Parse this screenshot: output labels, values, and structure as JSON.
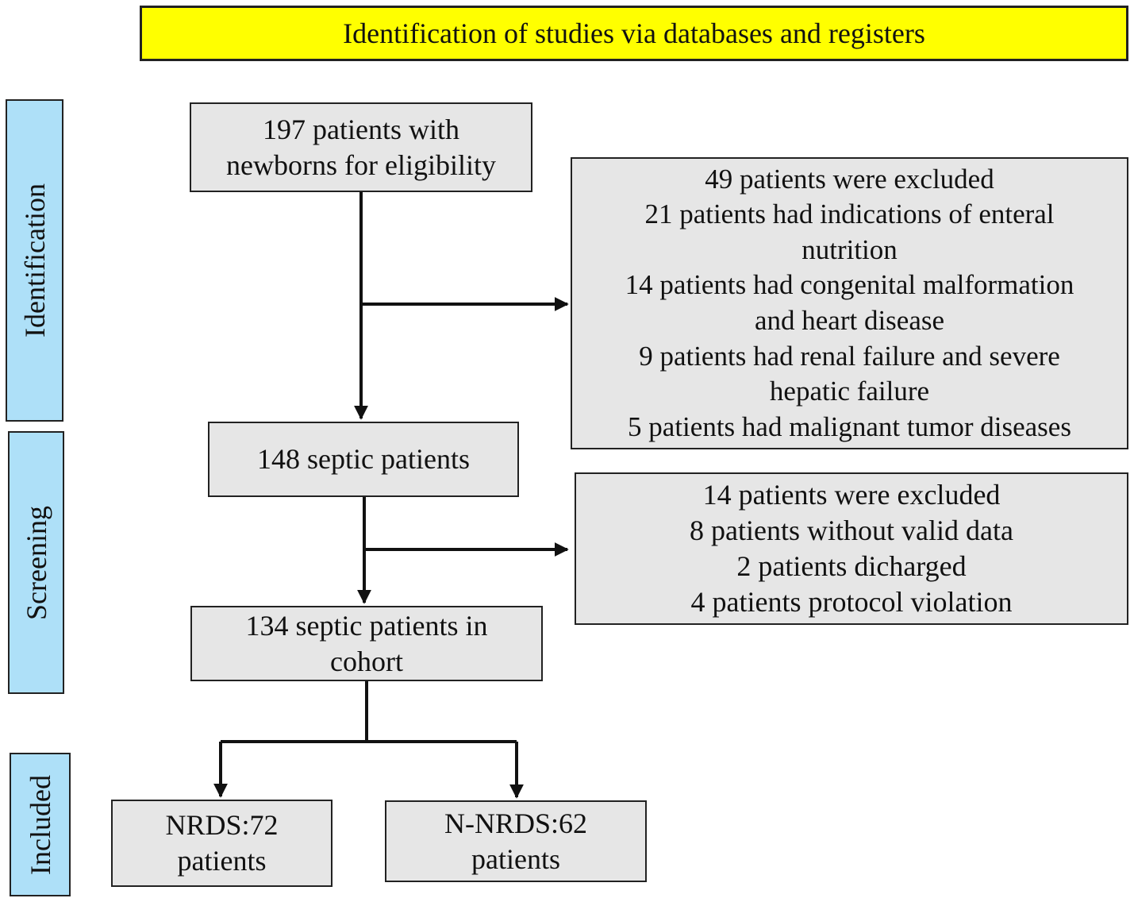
{
  "header": {
    "title": "Identification of studies via databases and registers"
  },
  "phases": {
    "identification": "Identification",
    "screening": "Screening",
    "included": "Included"
  },
  "boxes": {
    "eligibility": {
      "lines": [
        "197 patients with",
        "newborns for eligibility"
      ]
    },
    "exclusion_1": {
      "lines": [
        "49 patients were excluded",
        "21  patients had indications of enteral",
        "nutrition",
        "14  patients had congenital malformation",
        "and heart disease",
        "9 patients  had renal failure and severe",
        "hepatic failure",
        "5  patients had malignant tumor diseases"
      ]
    },
    "septic": {
      "lines": [
        "148 septic patients"
      ]
    },
    "exclusion_2": {
      "lines": [
        "14 patients were excluded",
        "8 patients without valid data",
        "2 patients dicharged",
        "4 patients protocol violation"
      ]
    },
    "cohort": {
      "lines": [
        "134 septic patients in",
        "cohort"
      ]
    },
    "nrds": {
      "lines": [
        "NRDS:72",
        "patients"
      ]
    },
    "n_nrds": {
      "lines": [
        "N-NRDS:62",
        "patients"
      ]
    }
  }
}
